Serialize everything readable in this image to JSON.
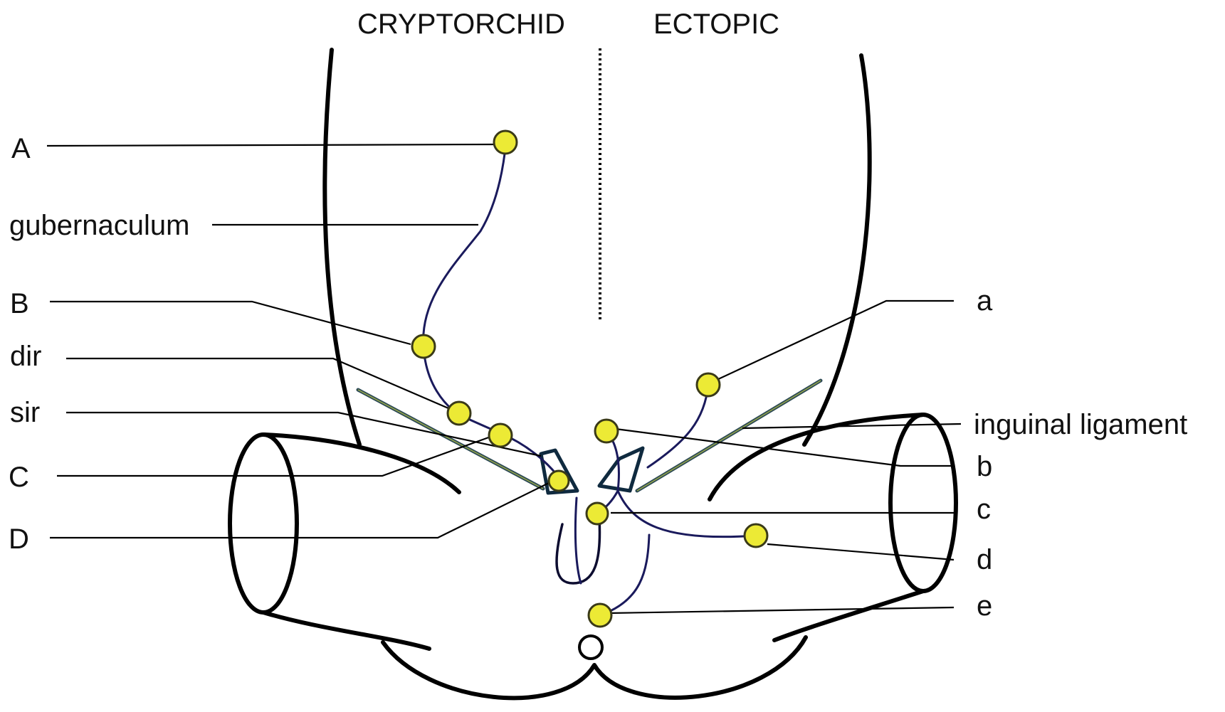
{
  "headings": {
    "left": "CRYPTORCHID",
    "right": "ECTOPIC"
  },
  "labels": {
    "A": "A",
    "gubernaculum": "gubernaculum",
    "B": "B",
    "dir": "dir",
    "sir": "sir",
    "C": "C",
    "D": "D",
    "a": "a",
    "inguinal_ligament": "inguinal ligament",
    "b": "b",
    "c": "c",
    "d": "d",
    "e": "e"
  },
  "colors": {
    "marker_fill": "#ecea35",
    "cord": "#1a1a5c",
    "ligament": "#2d4a55",
    "outline": "#000000"
  }
}
